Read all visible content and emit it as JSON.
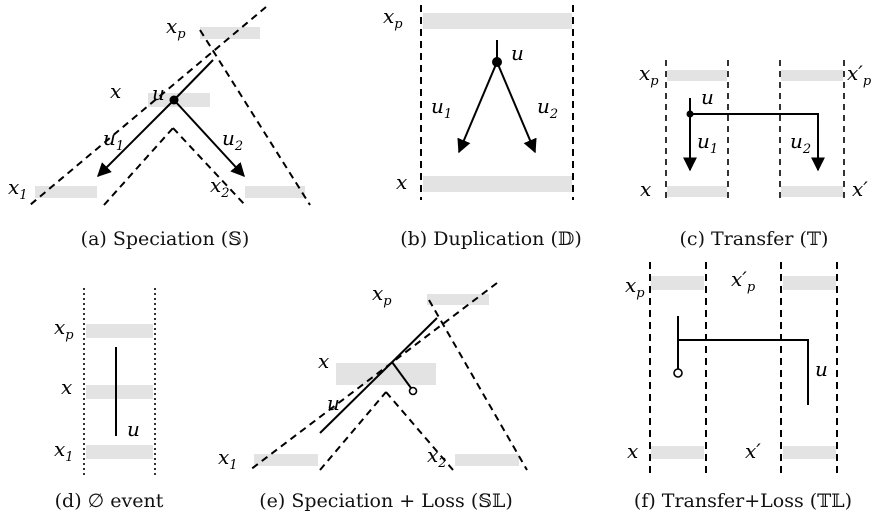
{
  "panels": {
    "a": {
      "caption": "(a) Speciation (𝕊)",
      "labels": {
        "xp": "x",
        "xp_sub": "p",
        "x": "x",
        "u": "u",
        "u1": "u",
        "u1_sub": "1",
        "u2": "u",
        "u2_sub": "2",
        "x1": "x",
        "x1_sub": "1",
        "x2": "x",
        "x2_sub": "2"
      }
    },
    "b": {
      "caption": "(b) Duplication (𝔻)",
      "labels": {
        "xp": "x",
        "xp_sub": "p",
        "u": "u",
        "u1": "u",
        "u1_sub": "1",
        "u2": "u",
        "u2_sub": "2",
        "x": "x"
      }
    },
    "c": {
      "caption": "(c) Transfer (𝕋)",
      "labels": {
        "xp": "x",
        "xp_sub": "p",
        "xpp": "x′",
        "xpp_sub": "p",
        "u": "u",
        "u1": "u",
        "u1_sub": "1",
        "u2": "u",
        "u2_sub": "2",
        "x": "x",
        "xprime": "x′"
      }
    },
    "d": {
      "caption": "(d) ∅ event",
      "labels": {
        "xp": "x",
        "xp_sub": "p",
        "x": "x",
        "u": "u",
        "x1": "x",
        "x1_sub": "1"
      }
    },
    "e": {
      "caption": "(e) Speciation + Loss (𝕊𝕃)",
      "labels": {
        "xp": "x",
        "xp_sub": "p",
        "x": "x",
        "u": "u",
        "x1": "x",
        "x1_sub": "1",
        "x2": "x",
        "x2_sub": "2"
      }
    },
    "f": {
      "caption": "(f) Transfer+Loss (𝕋𝕃)",
      "labels": {
        "xp": "x",
        "xp_sub": "p",
        "xpp": "x′",
        "xpp_sub": "p",
        "u": "u",
        "x": "x",
        "xprime": "x′"
      }
    }
  }
}
